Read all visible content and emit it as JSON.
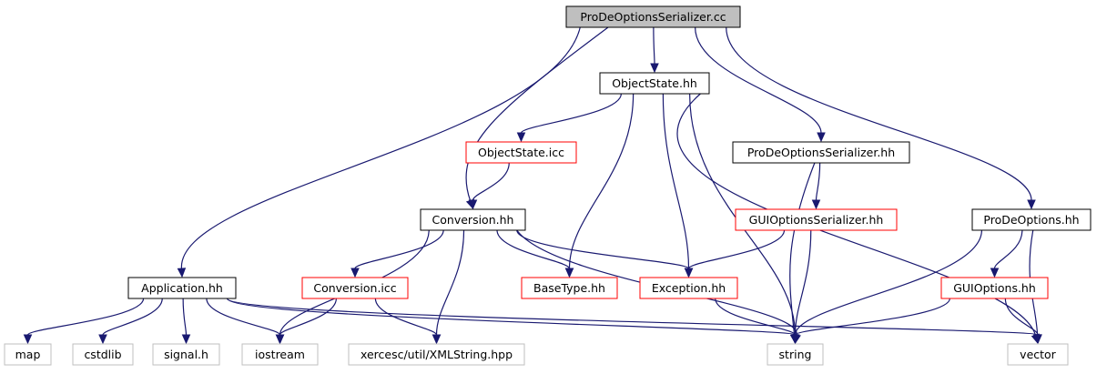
{
  "graph": {
    "title": "ProDeOptionsSerializer.cc",
    "colors": {
      "edge": "#191970",
      "focus_fill": "#bfbfbf",
      "focus_border": "#000000",
      "documented_border": "#000000",
      "truncated_border": "#ff0000",
      "external_border": "#bfbfbf",
      "external_text": "#000000"
    },
    "nodes": [
      {
        "id": "prodeoptionsserializer_cc",
        "label": "ProDeOptionsSerializer.cc",
        "kind": "focus"
      },
      {
        "id": "objectstate_hh",
        "label": "ObjectState.hh",
        "kind": "documented"
      },
      {
        "id": "objectstate_icc",
        "label": "ObjectState.icc",
        "kind": "truncated"
      },
      {
        "id": "prodeoptionsserializer_hh",
        "label": "ProDeOptionsSerializer.hh",
        "kind": "documented"
      },
      {
        "id": "conversion_hh",
        "label": "Conversion.hh",
        "kind": "documented"
      },
      {
        "id": "guioptionsserializer_hh",
        "label": "GUIOptionsSerializer.hh",
        "kind": "truncated"
      },
      {
        "id": "prodeoptions_hh",
        "label": "ProDeOptions.hh",
        "kind": "documented"
      },
      {
        "id": "application_hh",
        "label": "Application.hh",
        "kind": "documented"
      },
      {
        "id": "conversion_icc",
        "label": "Conversion.icc",
        "kind": "truncated"
      },
      {
        "id": "basetype_hh",
        "label": "BaseType.hh",
        "kind": "truncated"
      },
      {
        "id": "exception_hh",
        "label": "Exception.hh",
        "kind": "truncated"
      },
      {
        "id": "guioptions_hh",
        "label": "GUIOptions.hh",
        "kind": "truncated"
      },
      {
        "id": "map",
        "label": "map",
        "kind": "external"
      },
      {
        "id": "cstdlib",
        "label": "cstdlib",
        "kind": "external"
      },
      {
        "id": "signal_h",
        "label": "signal.h",
        "kind": "external"
      },
      {
        "id": "iostream",
        "label": "iostream",
        "kind": "external"
      },
      {
        "id": "xmlstring_hpp",
        "label": "xercesc/util/XMLString.hpp",
        "kind": "external"
      },
      {
        "id": "string",
        "label": "string",
        "kind": "external"
      },
      {
        "id": "vector",
        "label": "vector",
        "kind": "external"
      }
    ],
    "edges": [
      {
        "from": "prodeoptionsserializer_cc",
        "to": "objectstate_hh"
      },
      {
        "from": "prodeoptionsserializer_cc",
        "to": "prodeoptionsserializer_hh"
      },
      {
        "from": "prodeoptionsserializer_cc",
        "to": "prodeoptions_hh"
      },
      {
        "from": "prodeoptionsserializer_cc",
        "to": "conversion_hh"
      },
      {
        "from": "prodeoptionsserializer_cc",
        "to": "application_hh"
      },
      {
        "from": "objectstate_hh",
        "to": "objectstate_icc"
      },
      {
        "from": "objectstate_hh",
        "to": "basetype_hh"
      },
      {
        "from": "objectstate_hh",
        "to": "exception_hh"
      },
      {
        "from": "objectstate_hh",
        "to": "string"
      },
      {
        "from": "objectstate_hh",
        "to": "vector"
      },
      {
        "from": "objectstate_icc",
        "to": "conversion_hh"
      },
      {
        "from": "prodeoptionsserializer_hh",
        "to": "guioptionsserializer_hh"
      },
      {
        "from": "prodeoptionsserializer_hh",
        "to": "string"
      },
      {
        "from": "guioptionsserializer_hh",
        "to": "exception_hh"
      },
      {
        "from": "guioptionsserializer_hh",
        "to": "string"
      },
      {
        "from": "conversion_hh",
        "to": "conversion_icc"
      },
      {
        "from": "conversion_hh",
        "to": "basetype_hh"
      },
      {
        "from": "conversion_hh",
        "to": "exception_hh"
      },
      {
        "from": "conversion_hh",
        "to": "iostream"
      },
      {
        "from": "conversion_hh",
        "to": "xmlstring_hpp"
      },
      {
        "from": "conversion_hh",
        "to": "string"
      },
      {
        "from": "prodeoptions_hh",
        "to": "guioptions_hh"
      },
      {
        "from": "prodeoptions_hh",
        "to": "string"
      },
      {
        "from": "prodeoptions_hh",
        "to": "vector"
      },
      {
        "from": "guioptions_hh",
        "to": "string"
      },
      {
        "from": "guioptions_hh",
        "to": "vector"
      },
      {
        "from": "application_hh",
        "to": "map"
      },
      {
        "from": "application_hh",
        "to": "cstdlib"
      },
      {
        "from": "application_hh",
        "to": "signal_h"
      },
      {
        "from": "application_hh",
        "to": "iostream"
      },
      {
        "from": "application_hh",
        "to": "string"
      },
      {
        "from": "application_hh",
        "to": "vector"
      },
      {
        "from": "conversion_icc",
        "to": "iostream"
      },
      {
        "from": "conversion_icc",
        "to": "xmlstring_hpp"
      },
      {
        "from": "exception_hh",
        "to": "string"
      }
    ]
  }
}
